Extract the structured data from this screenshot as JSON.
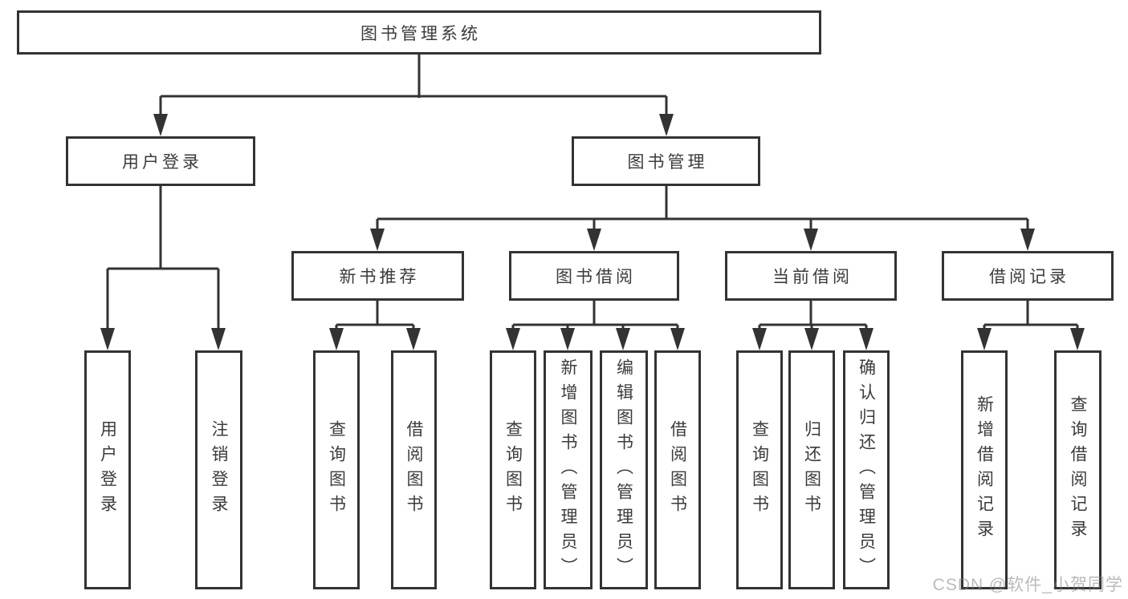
{
  "diagram_title": "图书管理系统",
  "watermark": "CSDN @软件_小贺同学",
  "colors": {
    "line": "#333333",
    "box_border": "#333333",
    "text": "#3b3b3b",
    "background": "#ffffff",
    "watermark": "#828282"
  },
  "tree": {
    "label": "图书管理系统",
    "children": [
      {
        "label": "用户登录",
        "children": [
          {
            "label": "用户登录"
          },
          {
            "label": "注销登录"
          }
        ]
      },
      {
        "label": "图书管理",
        "children": [
          {
            "label": "新书推荐",
            "children": [
              {
                "label": "查询图书"
              },
              {
                "label": "借阅图书"
              }
            ]
          },
          {
            "label": "图书借阅",
            "children": [
              {
                "label": "查询图书"
              },
              {
                "label": "新增图书（管理员）"
              },
              {
                "label": "编辑图书（管理员）"
              },
              {
                "label": "借阅图书"
              }
            ]
          },
          {
            "label": "当前借阅",
            "children": [
              {
                "label": "查询图书"
              },
              {
                "label": "归还图书"
              },
              {
                "label": "确认归还（管理员）"
              }
            ]
          },
          {
            "label": "借阅记录",
            "children": [
              {
                "label": "新增借阅记录"
              },
              {
                "label": "查询借阅记录"
              }
            ]
          }
        ]
      }
    ]
  }
}
